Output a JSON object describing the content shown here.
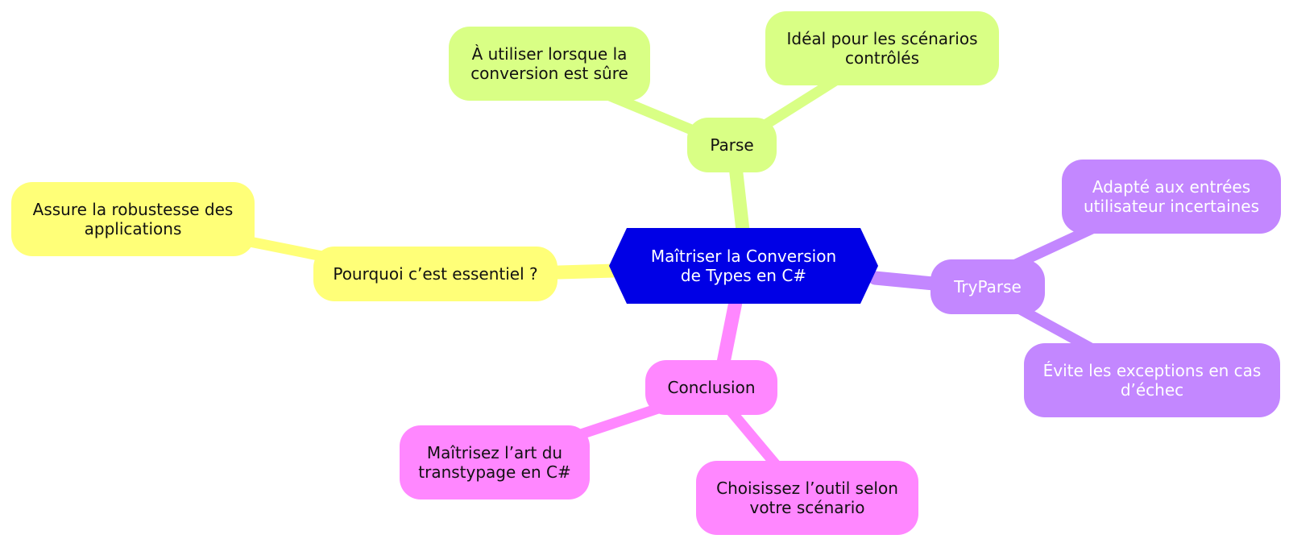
{
  "central": {
    "label": "Maîtriser la Conversion de Types en C#",
    "color": "#0000e6",
    "text_color": "#ffffff"
  },
  "branches": [
    {
      "label": "Parse",
      "color": "#d9ff85",
      "text_color": "#111111",
      "children": [
        "À utiliser lorsque la conversion est sûre",
        "Idéal pour les scénarios contrôlés"
      ]
    },
    {
      "label": "TryParse",
      "color": "#c387ff",
      "text_color": "#ffffff",
      "children": [
        "Adapté aux entrées utilisateur incertaines",
        "Évite les exceptions en cas d’échec"
      ]
    },
    {
      "label": "Conclusion",
      "color": "#ff87ff",
      "text_color": "#111111",
      "children": [
        "Maîtrisez l’art du transtypage en C#",
        "Choisissez l’outil selon votre scénario"
      ]
    },
    {
      "label": "Pourquoi c’est essentiel ?",
      "color": "#ffff78",
      "text_color": "#111111",
      "children": [
        "Assure la robustesse des applications"
      ]
    }
  ]
}
